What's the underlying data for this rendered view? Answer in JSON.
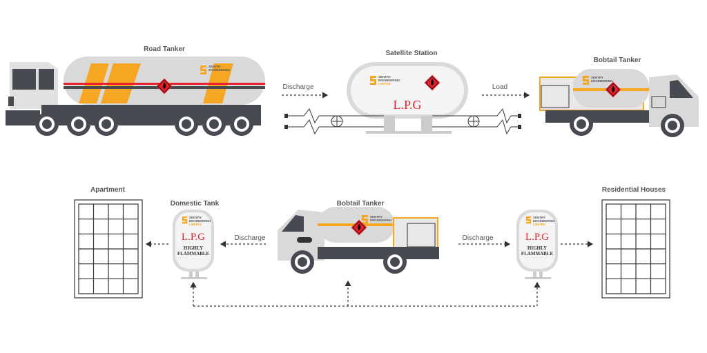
{
  "labels": {
    "road_tanker": "Road Tanker",
    "satellite_station": "Satellite Station",
    "bobtail_tanker_top": "Bobtail Tanker",
    "bobtail_tanker_bottom": "Bobtail Tanker",
    "apartment": "Apartment",
    "domestic_tank": "Domestic Tank",
    "residential_houses": "Residential Houses",
    "discharge_1": "Discharge",
    "load": "Load",
    "discharge_2": "Discharge",
    "discharge_3": "Discharge"
  },
  "brand": {
    "line1": "SENTRY",
    "line2": "ENGINEERING",
    "line3": "LIMITED"
  },
  "tank_text": {
    "lpg": "L.P.G",
    "warning_line1": "HIGHLY",
    "warning_line2": "FLAMMABLE"
  },
  "icons": [
    "sentry-logo-icon",
    "flammable-hazard-icon",
    "valve-icon",
    "arrow-icon"
  ],
  "colors": {
    "brand_orange": "#f5a623",
    "hazard_red": "#e8202a",
    "tank_grey": "#d9d9d9",
    "truck_dark": "#474a50"
  }
}
